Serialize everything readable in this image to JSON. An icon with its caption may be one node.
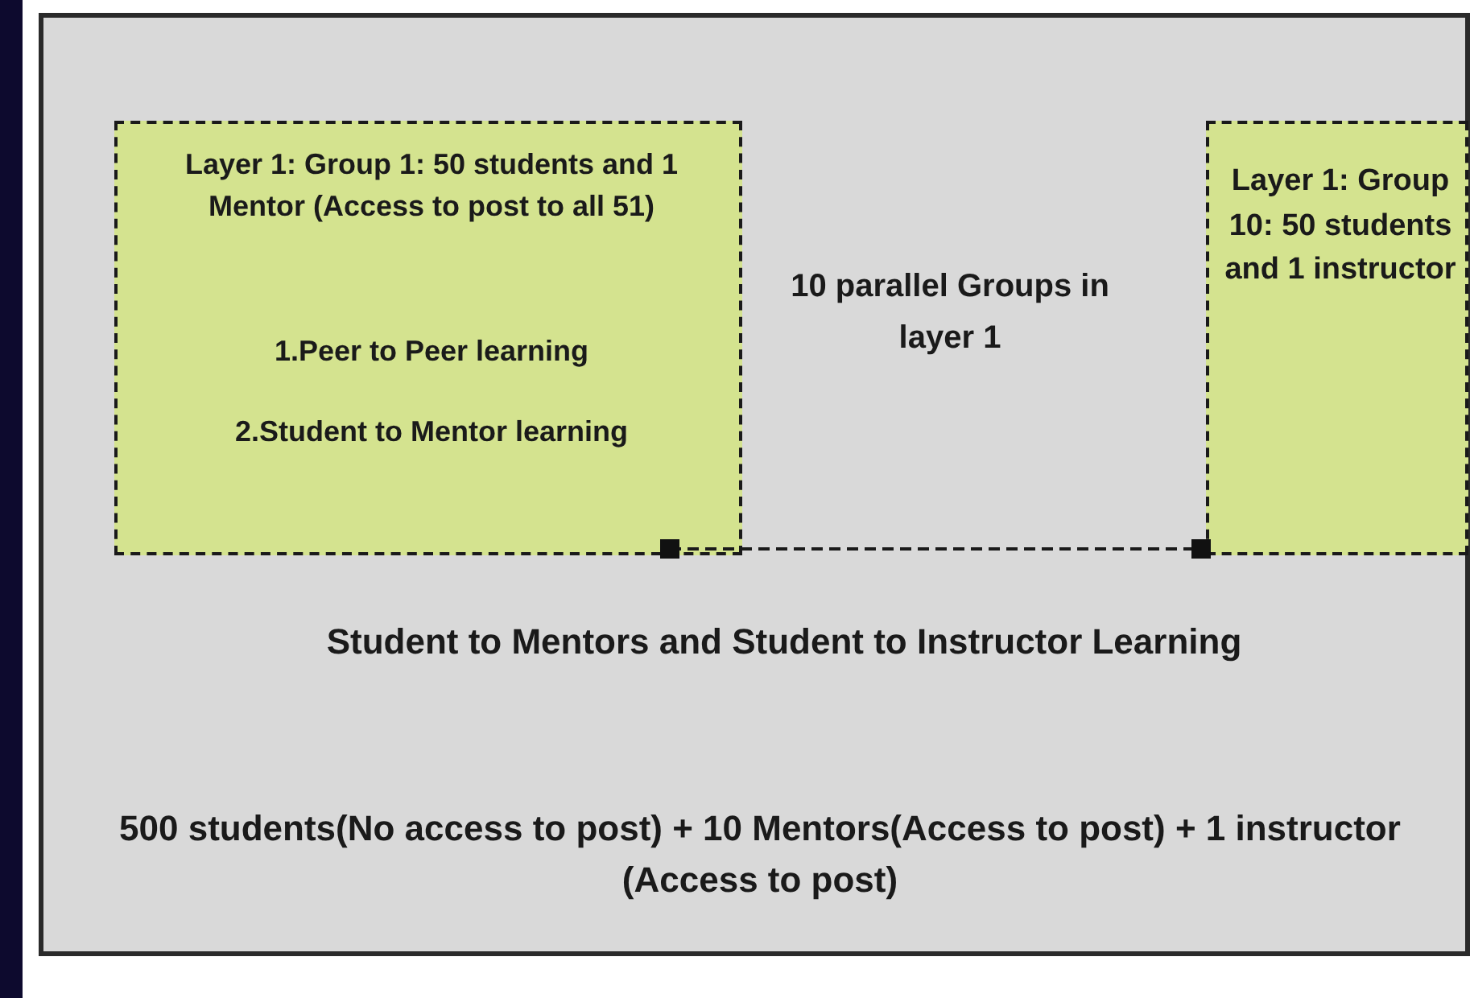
{
  "diagram": {
    "nodes": [
      {
        "text": [
          "Student to Mentors and Student to Instructor Learning",
          "500 students(No access to post) + 10 Mentors(Access to post) + 1 instructor (Access to post)"
        ]
      },
      {
        "text": [
          "Layer 1: Group 1: 50 students and 1 Mentor (Access to post to all 51)",
          "1.Peer to Peer learning",
          "2.Student to Mentor learning"
        ],
        "in": 0
      },
      {
        "text": [
          "Layer 1: Group 10: 50 students and 1 instructor"
        ],
        "in": 0
      }
    ],
    "edges": [
      {
        "from": 1,
        "to": 2,
        "arrow": "other",
        "style": "dashed"
      }
    ],
    "labels": [
      "10 parallel Groups in layer 1"
    ]
  }
}
